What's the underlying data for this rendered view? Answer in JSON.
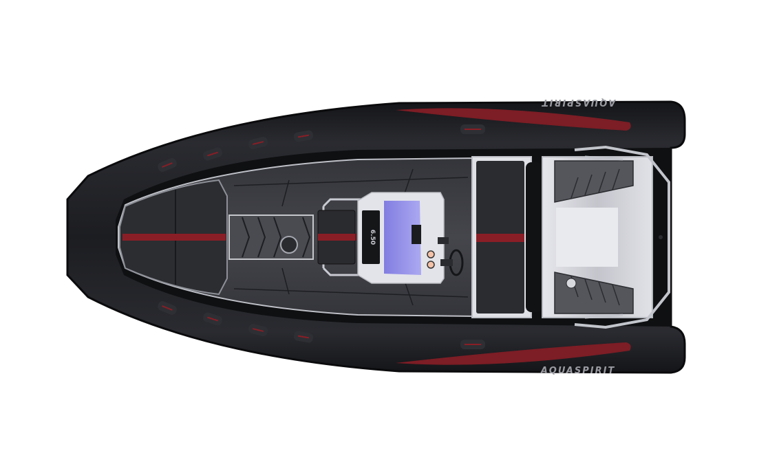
{
  "image": {
    "subject": "Top-down render of a rigid inflatable boat",
    "background_color": "#ffffff"
  },
  "boat": {
    "brand_top": "AQUASPIRIT",
    "brand_bottom": "AQUASPIRIT",
    "console_model": "6.50",
    "colors": {
      "tube": "#1e1f22",
      "tube_edge": "#0c0c0e",
      "accent_red": "#8a1e26",
      "deck": "#3c3d42",
      "deck_line": "#1c1c20",
      "rail": "#c9cbd2",
      "console": "#e3e4ea",
      "windshield": "#8a86e8",
      "seat": "#2a2b2f",
      "stern_platform": "#d2d3d8"
    }
  }
}
